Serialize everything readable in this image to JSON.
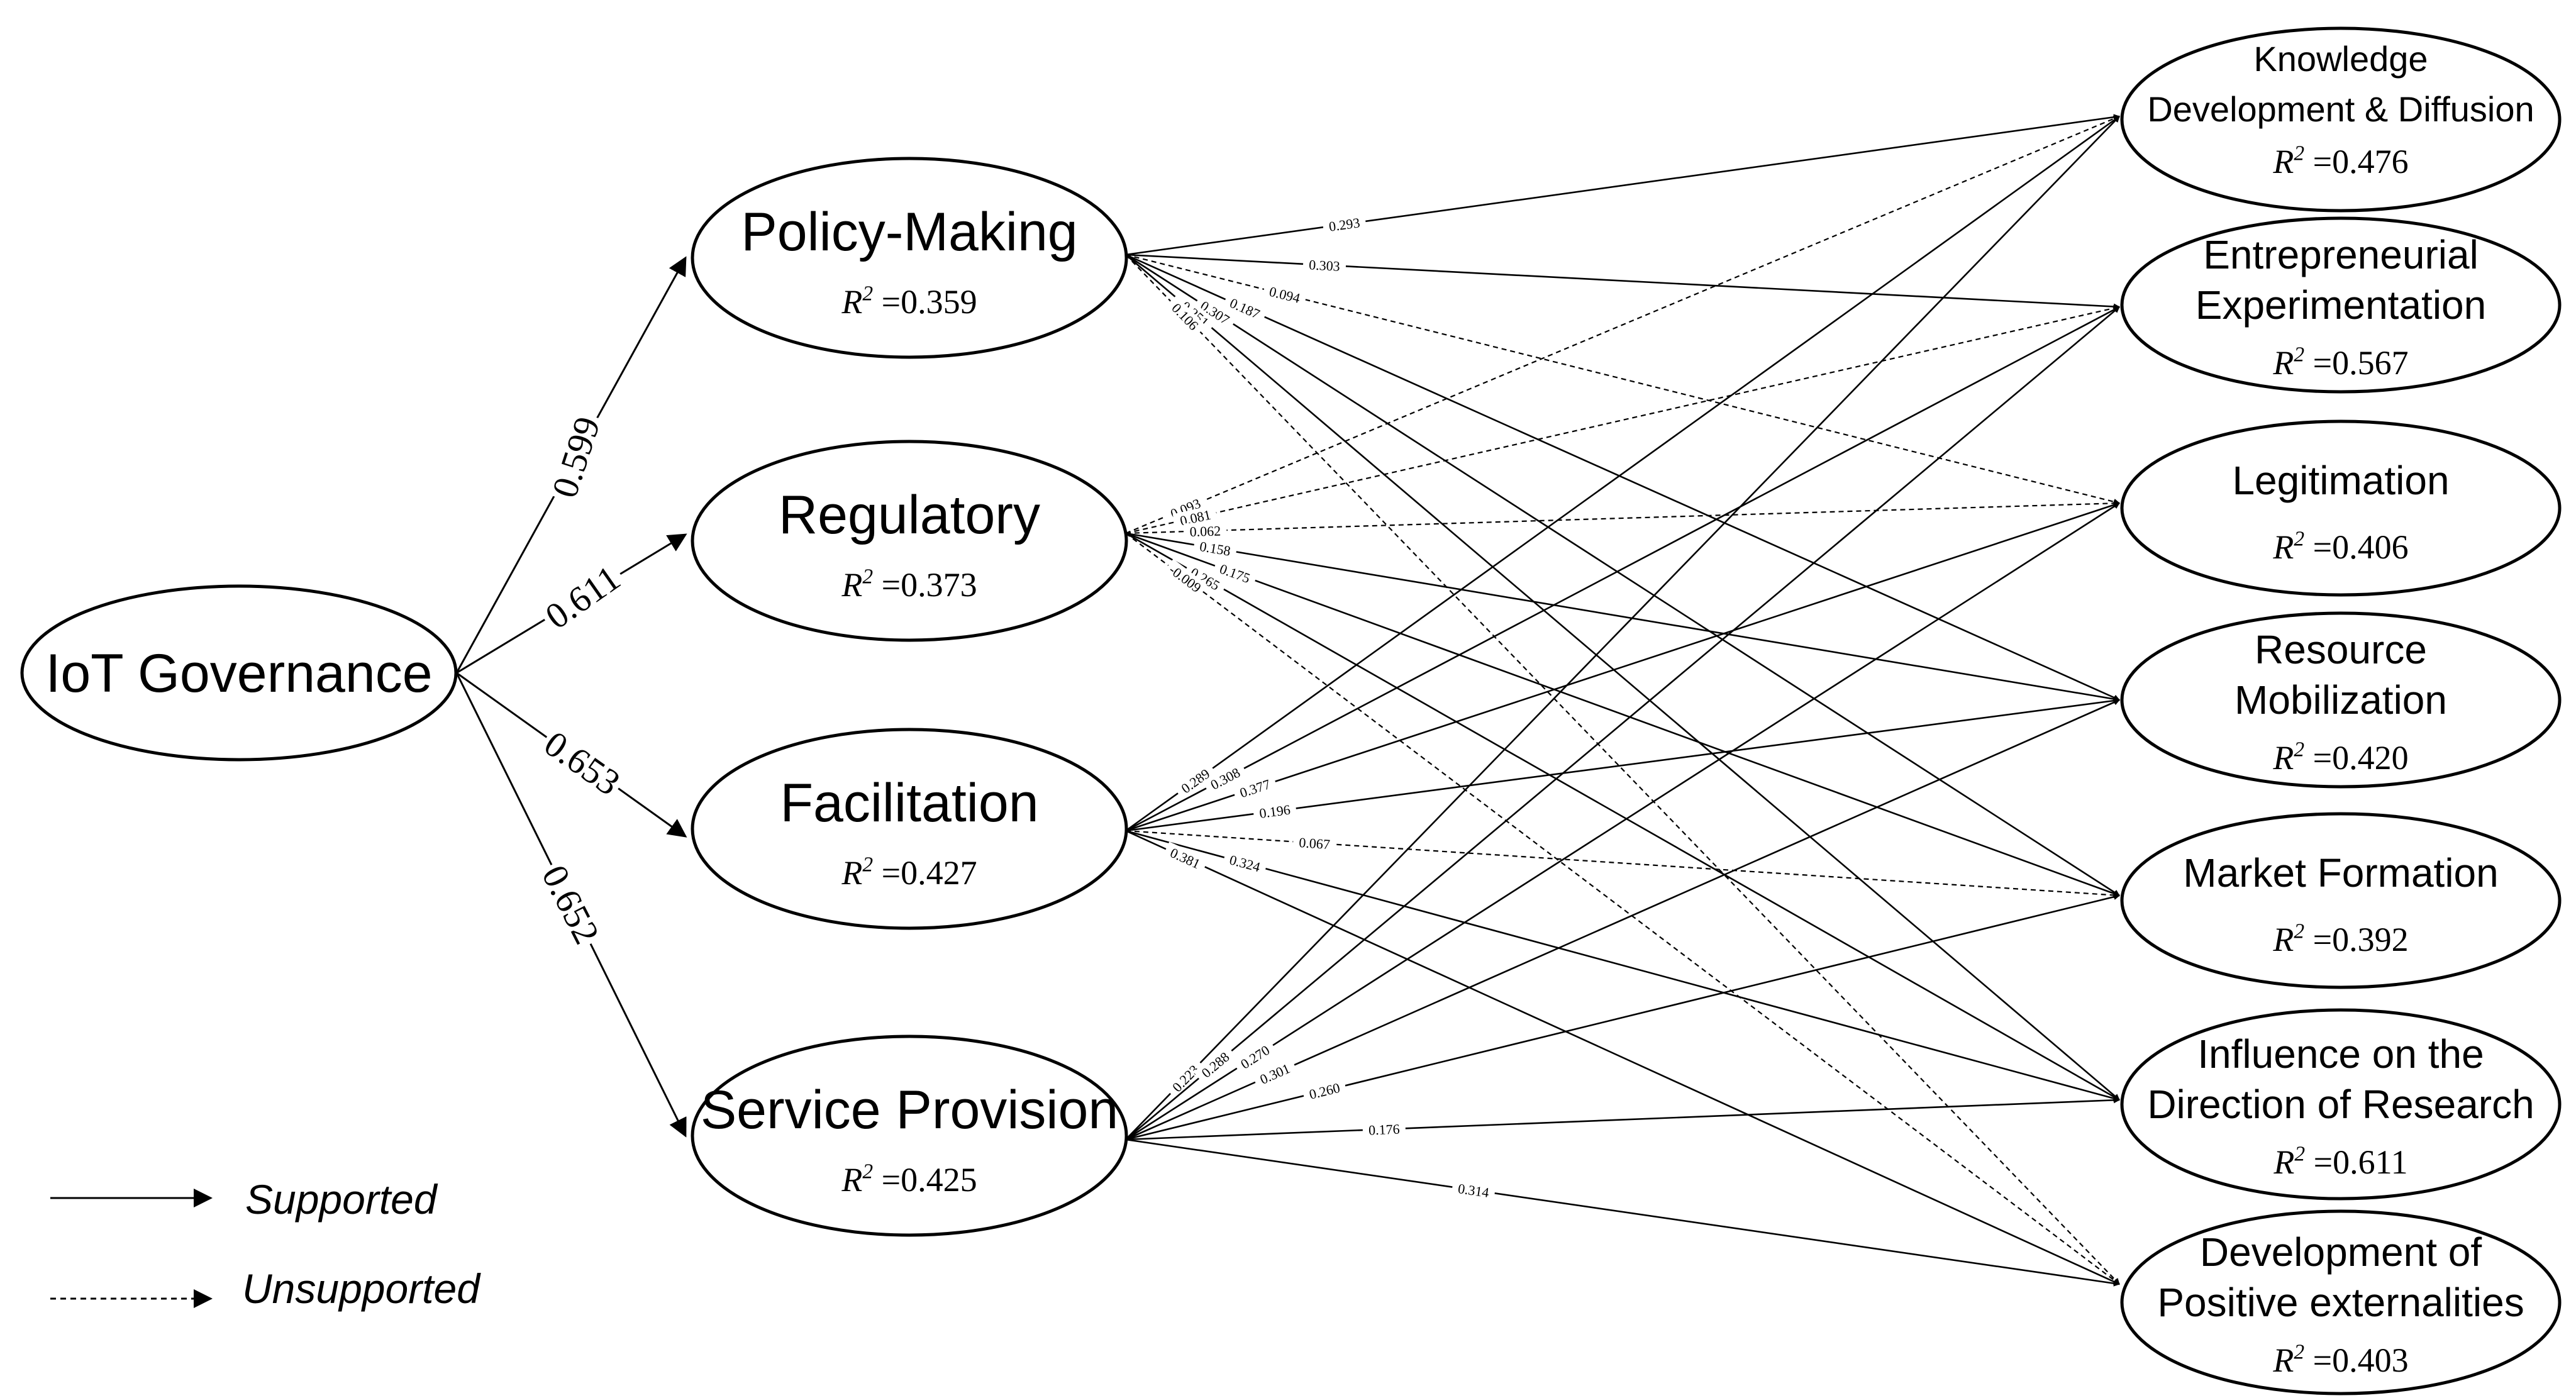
{
  "root": {
    "id": "iot",
    "label": "IoT Governance"
  },
  "mediators": [
    {
      "id": "pm",
      "label": "Policy-Making",
      "r2_prefix": "R",
      "r2_sup": "2",
      "r2_value": "=0.359",
      "coef": "0.599"
    },
    {
      "id": "reg",
      "label": "Regulatory",
      "r2_prefix": "R",
      "r2_sup": "2",
      "r2_value": "=0.373",
      "coef": "0.611"
    },
    {
      "id": "fac",
      "label": "Facilitation",
      "r2_prefix": "R",
      "r2_sup": "2",
      "r2_value": "=0.427",
      "coef": "0.653"
    },
    {
      "id": "sp",
      "label": "Service Provision",
      "r2_prefix": "R",
      "r2_sup": "2",
      "r2_value": "=0.425",
      "coef": "0.652"
    }
  ],
  "outcomes": [
    {
      "id": "kdd",
      "lines": [
        "Knowledge",
        "Development & Diffusion"
      ],
      "r2_prefix": "R",
      "r2_sup": "2",
      "r2_value": "=0.476"
    },
    {
      "id": "ee",
      "lines": [
        "Entrepreneurial",
        "Experimentation"
      ],
      "r2_prefix": "R",
      "r2_sup": "2",
      "r2_value": "=0.567"
    },
    {
      "id": "leg",
      "lines": [
        "Legitimation"
      ],
      "r2_prefix": "R",
      "r2_sup": "2",
      "r2_value": "=0.406"
    },
    {
      "id": "rm",
      "lines": [
        "Resource",
        "Mobilization"
      ],
      "r2_prefix": "R",
      "r2_sup": "2",
      "r2_value": "=0.420"
    },
    {
      "id": "mf",
      "lines": [
        "Market Formation"
      ],
      "r2_prefix": "R",
      "r2_sup": "2",
      "r2_value": "=0.392"
    },
    {
      "id": "idr",
      "lines": [
        "Influence on the",
        "Direction of Research"
      ],
      "r2_prefix": "R",
      "r2_sup": "2",
      "r2_value": "=0.611"
    },
    {
      "id": "dpe",
      "lines": [
        "Development of",
        "Positive externalities"
      ],
      "r2_prefix": "R",
      "r2_sup": "2",
      "r2_value": "=0.403"
    }
  ],
  "paths": [
    {
      "from": "pm",
      "to": "kdd",
      "coef": "0.293",
      "supported": true
    },
    {
      "from": "pm",
      "to": "ee",
      "coef": "0.303",
      "supported": true
    },
    {
      "from": "pm",
      "to": "leg",
      "coef": "0.094",
      "supported": false
    },
    {
      "from": "pm",
      "to": "rm",
      "coef": "0.187",
      "supported": true
    },
    {
      "from": "pm",
      "to": "mf",
      "coef": "0.307",
      "supported": true
    },
    {
      "from": "pm",
      "to": "idr",
      "coef": "0.251",
      "supported": true
    },
    {
      "from": "pm",
      "to": "dpe",
      "coef": "0.106",
      "supported": false
    },
    {
      "from": "reg",
      "to": "kdd",
      "coef": "0.093",
      "supported": false
    },
    {
      "from": "reg",
      "to": "ee",
      "coef": "0.081",
      "supported": false
    },
    {
      "from": "reg",
      "to": "leg",
      "coef": "0.062",
      "supported": false
    },
    {
      "from": "reg",
      "to": "rm",
      "coef": "0.158",
      "supported": true
    },
    {
      "from": "reg",
      "to": "mf",
      "coef": "0.175",
      "supported": true
    },
    {
      "from": "reg",
      "to": "idr",
      "coef": "0.265",
      "supported": true
    },
    {
      "from": "reg",
      "to": "dpe",
      "coef": "-0.009",
      "supported": false
    },
    {
      "from": "fac",
      "to": "kdd",
      "coef": "0.289",
      "supported": true
    },
    {
      "from": "fac",
      "to": "ee",
      "coef": "0.308",
      "supported": true
    },
    {
      "from": "fac",
      "to": "leg",
      "coef": "0.377",
      "supported": true
    },
    {
      "from": "fac",
      "to": "rm",
      "coef": "0.196",
      "supported": true
    },
    {
      "from": "fac",
      "to": "mf",
      "coef": "0.067",
      "supported": false
    },
    {
      "from": "fac",
      "to": "idr",
      "coef": "0.324",
      "supported": true
    },
    {
      "from": "fac",
      "to": "dpe",
      "coef": "0.381",
      "supported": true
    },
    {
      "from": "sp",
      "to": "kdd",
      "coef": "0.223",
      "supported": true
    },
    {
      "from": "sp",
      "to": "ee",
      "coef": "0.288",
      "supported": true
    },
    {
      "from": "sp",
      "to": "leg",
      "coef": "0.270",
      "supported": true
    },
    {
      "from": "sp",
      "to": "rm",
      "coef": "0.301",
      "supported": true
    },
    {
      "from": "sp",
      "to": "mf",
      "coef": "0.260",
      "supported": true
    },
    {
      "from": "sp",
      "to": "idr",
      "coef": "0.176",
      "supported": true
    },
    {
      "from": "sp",
      "to": "dpe",
      "coef": "0.314",
      "supported": true
    }
  ],
  "legend": {
    "supported_label": "Supported",
    "unsupported_label": "Unsupported"
  },
  "colors": {
    "stroke": "#000000",
    "background": "#ffffff"
  }
}
